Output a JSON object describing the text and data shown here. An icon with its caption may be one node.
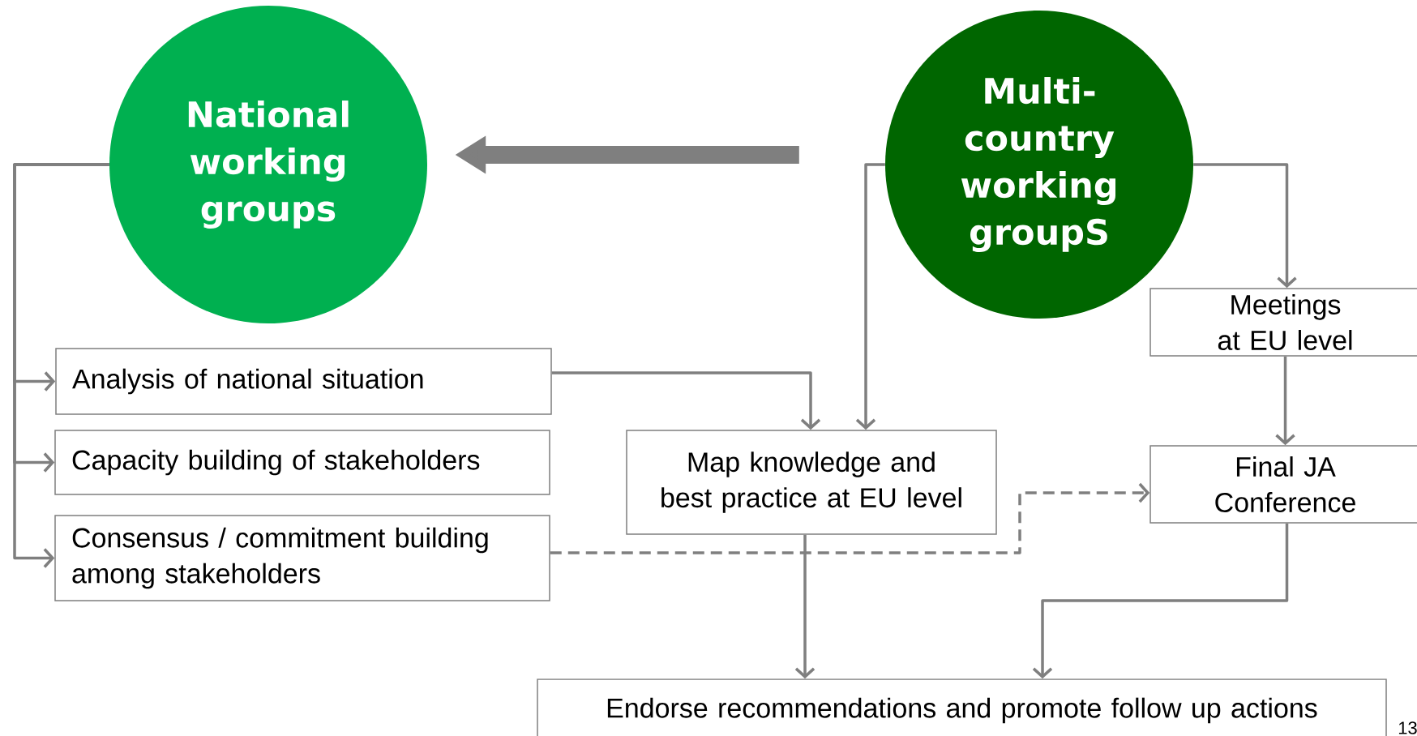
{
  "diagram": {
    "nodes": [
      {
        "text": [
          "National working groups"
        ]
      },
      {
        "text": [
          "Multi-country working groupS"
        ]
      },
      {
        "text": [
          "Analysis of national situation"
        ]
      },
      {
        "text": [
          "Capacity building of stakeholders"
        ]
      },
      {
        "text": [
          "Consensus / commitment building among stakeholders"
        ]
      },
      {
        "text": [
          "Map knowledge and best practice at EU level"
        ]
      },
      {
        "text": [
          "Meetings at EU level"
        ]
      },
      {
        "text": [
          "Final JA Conference"
        ]
      },
      {
        "text": [
          "Endorse recommendations and promote follow up actions"
        ]
      }
    ],
    "edges": [
      {
        "from": 1,
        "to": 0,
        "arrow": "to",
        "style": "thick"
      },
      {
        "from": 0,
        "to": 2,
        "arrow": "to"
      },
      {
        "from": 0,
        "to": 3,
        "arrow": "to"
      },
      {
        "from": 0,
        "to": 4,
        "arrow": "to"
      },
      {
        "from": 2,
        "to": 5,
        "arrow": "to"
      },
      {
        "from": 1,
        "to": 5,
        "arrow": "to"
      },
      {
        "from": 1,
        "to": 6,
        "arrow": "to"
      },
      {
        "from": 6,
        "to": 7,
        "arrow": "to"
      },
      {
        "from": 4,
        "to": 7,
        "arrow": "to",
        "style": "dashed"
      },
      {
        "from": 5,
        "to": 8,
        "arrow": "to"
      },
      {
        "from": 7,
        "to": 8,
        "arrow": "to"
      }
    ],
    "labels": [
      "13"
    ]
  }
}
